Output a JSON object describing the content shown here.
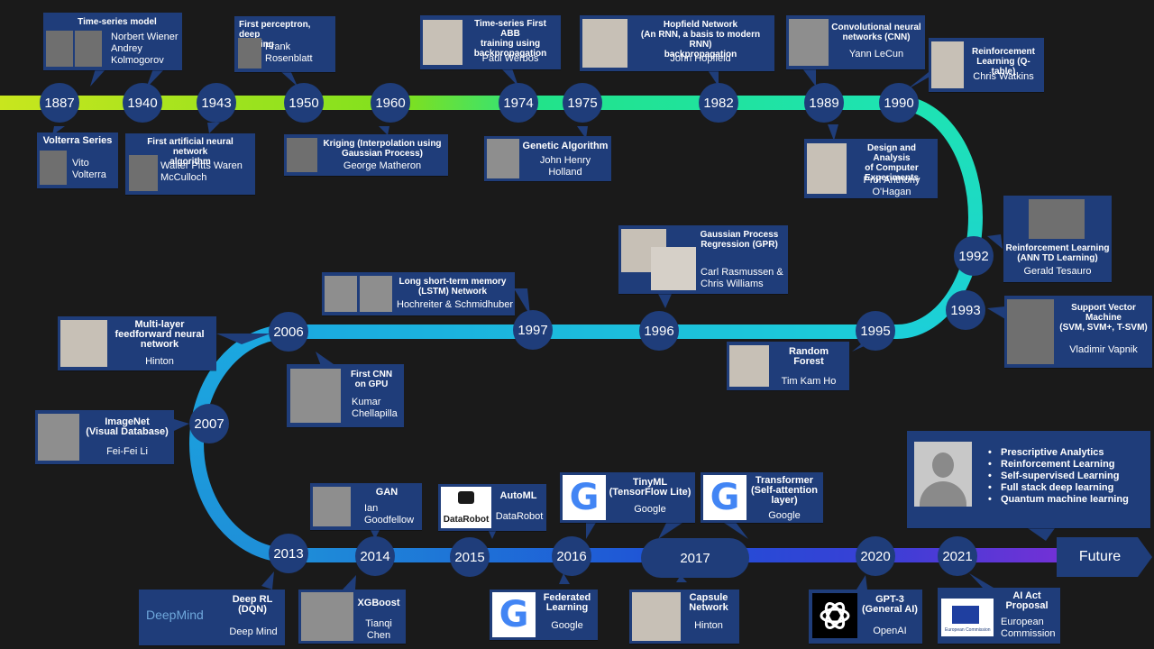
{
  "years": {
    "y1887": "1887",
    "y1940": "1940",
    "y1943": "1943",
    "y1950": "1950",
    "y1960": "1960",
    "y1974": "1974",
    "y1975": "1975",
    "y1982": "1982",
    "y1989": "1989",
    "y1990": "1990",
    "y1992": "1992",
    "y1993": "1993",
    "y1995": "1995",
    "y1996": "1996",
    "y1997": "1997",
    "y2006": "2006",
    "y2007": "2007",
    "y2013": "2013",
    "y2014": "2014",
    "y2015": "2015",
    "y2016": "2016",
    "y2017": "2017",
    "y2020": "2020",
    "y2021": "2021",
    "future": "Future"
  },
  "cards": {
    "timeseries": {
      "title": "Time-series model",
      "name": "Norbert Wiener\nAndrey\nKolmogorov"
    },
    "perceptron": {
      "title": "First perceptron, deep\nlearning",
      "name": "Frank\nRosenblatt"
    },
    "abb": {
      "title": "Time-series  First ABB\ntraining using\nbackpropagation",
      "name": "Paul Werbos"
    },
    "hopfield": {
      "title": "Hopfield Network\n(An  RNN, a basis to modern RNN)\nbackpropagation",
      "name": "John Hopfield"
    },
    "cnn": {
      "title": "Convolutional neural\nnetworks (CNN)",
      "name": "Yann LeCun"
    },
    "qtable": {
      "title": "Reinforcement\nLearning (Q-table)",
      "name": "Chris Watkins"
    },
    "volterra": {
      "title": "Volterra Series",
      "name": "Vito\nVolterra"
    },
    "ann": {
      "title": "First artificial neural network\nalgorithm",
      "name": "Walter Pitts Waren\nMcCulloch"
    },
    "kriging": {
      "title": "Kriging (Interpolation using\nGaussian Process)",
      "name": "George Matheron"
    },
    "genetic": {
      "title": "Genetic Algorithm",
      "name": "John Henry\nHolland"
    },
    "dace": {
      "title": "Design and Analysis\nof Computer\nExperiments",
      "name": "Prof Anthony\nO'Hagan"
    },
    "tdlearn": {
      "title": "Reinforcement Learning\n(ANN TD Learning)",
      "name": "Gerald Tesauro"
    },
    "svm": {
      "title": "Support Vector\nMachine\n(SVM,  SVM+,  T-SVM)",
      "name": "Vladimir Vapnik"
    },
    "gpr": {
      "title": "Gaussian Process\nRegression (GPR)",
      "name": "Carl Rasmussen &\nChris Williams"
    },
    "lstm": {
      "title": "Long short-term memory\n(LSTM)  Network",
      "name": "Hochreiter & Schmidhuber"
    },
    "rf": {
      "title": "Random\nForest",
      "name": "Tim Kam Ho"
    },
    "mlp": {
      "title": "Multi-layer\nfeedforward neural\nnetwork",
      "name": "Hinton"
    },
    "cnngpu": {
      "title": "First CNN\non GPU",
      "name": "Kumar\nChellapilla"
    },
    "imagenet": {
      "title": "ImageNet\n(Visual Database)",
      "name": "Fei-Fei Li"
    },
    "gan": {
      "title": "GAN",
      "name": "Ian\nGoodfellow"
    },
    "automl": {
      "title": "AutoML",
      "name": "DataRobot",
      "logo": "DataRobot"
    },
    "tinyml": {
      "title": "TinyML\n(TensorFlow Lite)",
      "name": "Google"
    },
    "transformer": {
      "title": "Transformer\n(Self-attention\nlayer)",
      "name": "Google"
    },
    "dqn": {
      "title": "Deep RL\n(DQN)",
      "name": "Deep Mind",
      "logo": "DeepMind"
    },
    "xgboost": {
      "title": "XGBoost",
      "name": "Tianqi\nChen"
    },
    "federated": {
      "title": "Federated\nLearning",
      "name": "Google"
    },
    "capsule": {
      "title": "Capsule\nNetwork",
      "name": "Hinton"
    },
    "gpt3": {
      "title": "GPT-3\n(General AI)",
      "name": "OpenAI"
    },
    "aiact": {
      "title": "AI Act\nProposal",
      "name": "European\nCommission",
      "logo": "European Commission"
    }
  },
  "future_box": {
    "items": [
      "Prescriptive Analytics",
      "Reinforcement Learning",
      "Self-supervised Learning",
      "Full stack deep learning",
      "Quantum machine learning"
    ]
  },
  "google_glyph": "G",
  "colors": {
    "card": "#1f3d7a",
    "background": "#1a1a1a",
    "track_start": "#b7e21e",
    "track_teal": "#1ee3b3",
    "track_blue": "#1f8fd8",
    "track_purple": "#6b2fd6"
  }
}
